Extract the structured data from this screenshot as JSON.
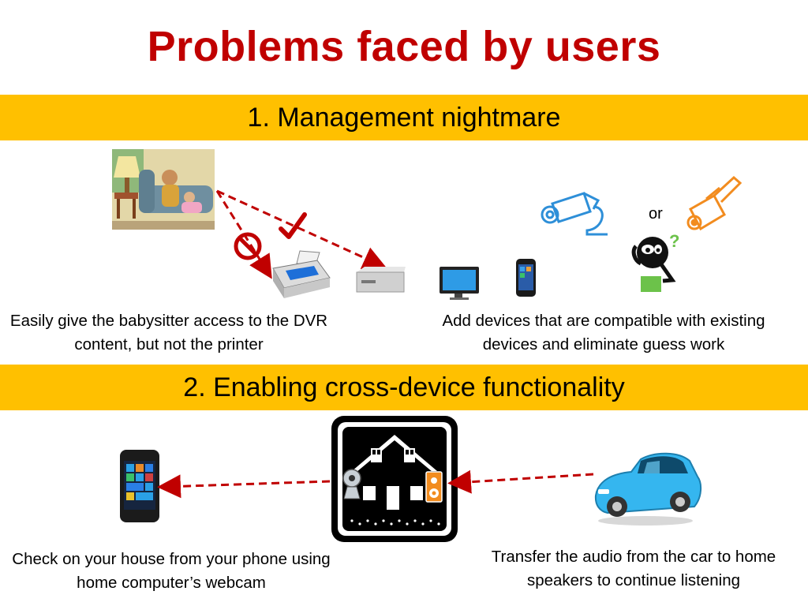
{
  "title": "Problems faced by users",
  "sections": [
    {
      "heading": "1. Management nightmare",
      "captions": [
        "Easily give the babysitter access to the DVR content, but not the printer",
        "Add devices that are compatible with existing devices and eliminate guess work"
      ],
      "or_label": "or"
    },
    {
      "heading": "2. Enabling cross-device functionality",
      "captions": [
        "Check on your house from your phone using home computer’s webcam",
        "Transfer the audio from the car to home speakers to continue listening"
      ]
    }
  ],
  "colors": {
    "title": "#c00000",
    "band": "#ffc000",
    "arrow": "#c00000",
    "device_blue": "#2e8fd8",
    "device_orange": "#f28c1f"
  },
  "icons": [
    "babysitter-illustration",
    "no-symbol-icon",
    "checkmark-icon",
    "printer-icon",
    "dvr-box-icon",
    "monitor-icon",
    "smartphone-icon",
    "webcam-icon",
    "camcorder-icon",
    "confused-person-icon",
    "house-icon",
    "car-icon"
  ]
}
